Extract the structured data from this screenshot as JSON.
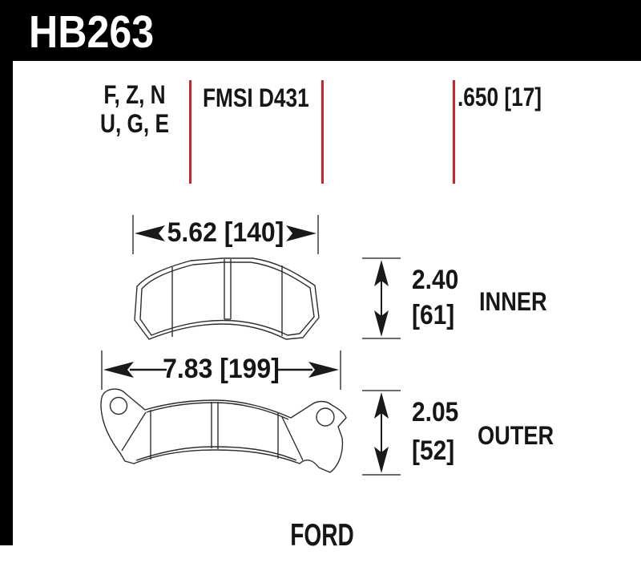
{
  "title": {
    "part_number": "HB263"
  },
  "specs": {
    "compounds_line1": "F, Z, N",
    "compounds_line2": "U, G, E",
    "fmsi": "FMSI D431",
    "pad_thickness": ".650 [17]"
  },
  "inner_pad": {
    "width_dim": "5.62 [140]",
    "height_in": "2.40",
    "height_mm": "[61]",
    "label": "INNER"
  },
  "outer_pad": {
    "width_dim": "7.83 [199]",
    "height_in": "2.05",
    "height_mm": "[52]",
    "label": "OUTER"
  },
  "footer": {
    "vehicle_make": "FORD"
  },
  "colors": {
    "header_bg": "#000000",
    "divider_red": "#cc2229",
    "drawing_line": "#2e2e2e",
    "tick_gray": "#6e6e6e",
    "arrow_black": "#1a1a1a"
  }
}
